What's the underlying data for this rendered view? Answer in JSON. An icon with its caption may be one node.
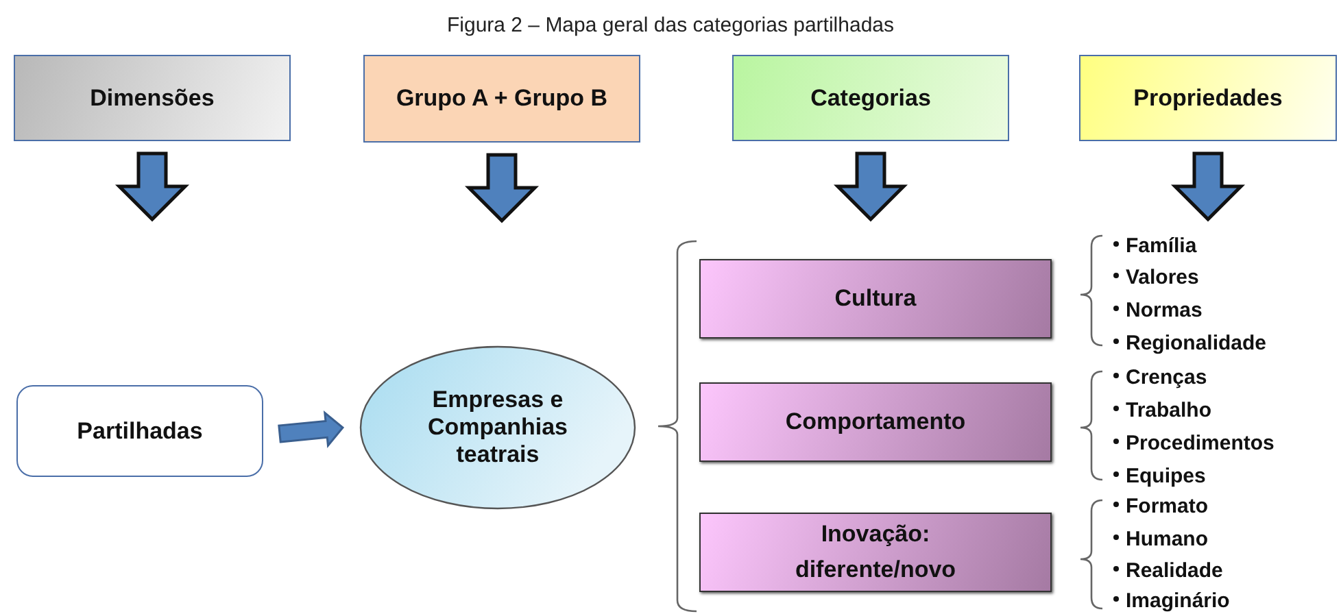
{
  "diagram": {
    "title": "Figura 2 – Mapa geral das categorias partilhadas",
    "nodes": [
      {
        "text": [
          "Dimensões"
        ]
      },
      {
        "text": [
          "Grupo A + Grupo B"
        ]
      },
      {
        "text": [
          "Categorias"
        ]
      },
      {
        "text": [
          "Propriedades"
        ]
      },
      {
        "text": [
          "Partilhadas"
        ]
      },
      {
        "text": [
          "Empresas e Companhias teatrais"
        ]
      },
      {
        "text": [
          "Cultura"
        ]
      },
      {
        "text": [
          "Comportamento"
        ]
      },
      {
        "text": [
          "Inovação: diferente/novo"
        ]
      }
    ],
    "edges": [
      {
        "from": 0,
        "to": null,
        "arrow": "to"
      },
      {
        "from": 1,
        "to": null,
        "arrow": "to"
      },
      {
        "from": 2,
        "to": null,
        "arrow": "to"
      },
      {
        "from": 3,
        "to": null,
        "arrow": "to"
      },
      {
        "from": 4,
        "to": 5,
        "arrow": "to"
      }
    ],
    "labels": [
      "Família",
      "Valores",
      "Normas",
      "Regionalidade",
      "Crenças",
      "Trabalho",
      "Procedimentos",
      "Equipes",
      "Formato",
      "Humano",
      "Realidade",
      "Imaginário"
    ]
  }
}
